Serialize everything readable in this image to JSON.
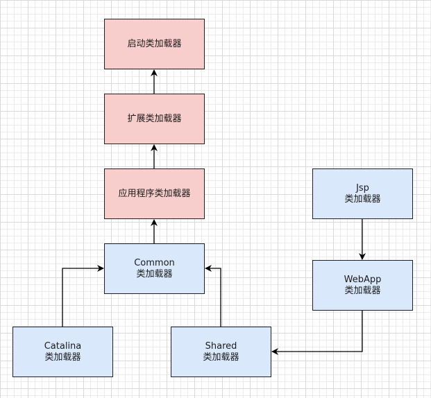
{
  "nodes": {
    "bootstrap": {
      "lines": [
        "启动类加载器"
      ],
      "fill": "#f8cecc"
    },
    "extension": {
      "lines": [
        "扩展类加载器"
      ],
      "fill": "#f8cecc"
    },
    "application": {
      "lines": [
        "应用程序类加载器"
      ],
      "fill": "#f8cecc"
    },
    "common": {
      "lines": [
        "Common",
        "类加载器"
      ],
      "fill": "#dae8fc"
    },
    "catalina": {
      "lines": [
        "Catalina",
        "类加载器"
      ],
      "fill": "#dae8fc"
    },
    "shared": {
      "lines": [
        "Shared",
        "类加载器"
      ],
      "fill": "#dae8fc"
    },
    "jsp": {
      "lines": [
        "Jsp",
        "类加载器"
      ],
      "fill": "#dae8fc"
    },
    "webapp": {
      "lines": [
        "WebApp",
        "类加载器"
      ],
      "fill": "#dae8fc"
    }
  },
  "edges": [
    {
      "from": "extension",
      "to": "bootstrap"
    },
    {
      "from": "application",
      "to": "extension"
    },
    {
      "from": "common",
      "to": "application"
    },
    {
      "from": "catalina",
      "to": "common"
    },
    {
      "from": "shared",
      "to": "common"
    },
    {
      "from": "jsp",
      "to": "webapp"
    },
    {
      "from": "webapp",
      "to": "shared"
    }
  ],
  "colors": {
    "parent_loader_fill": "#f8cecc",
    "tomcat_loader_fill": "#dae8fc",
    "stroke": "#000000"
  }
}
